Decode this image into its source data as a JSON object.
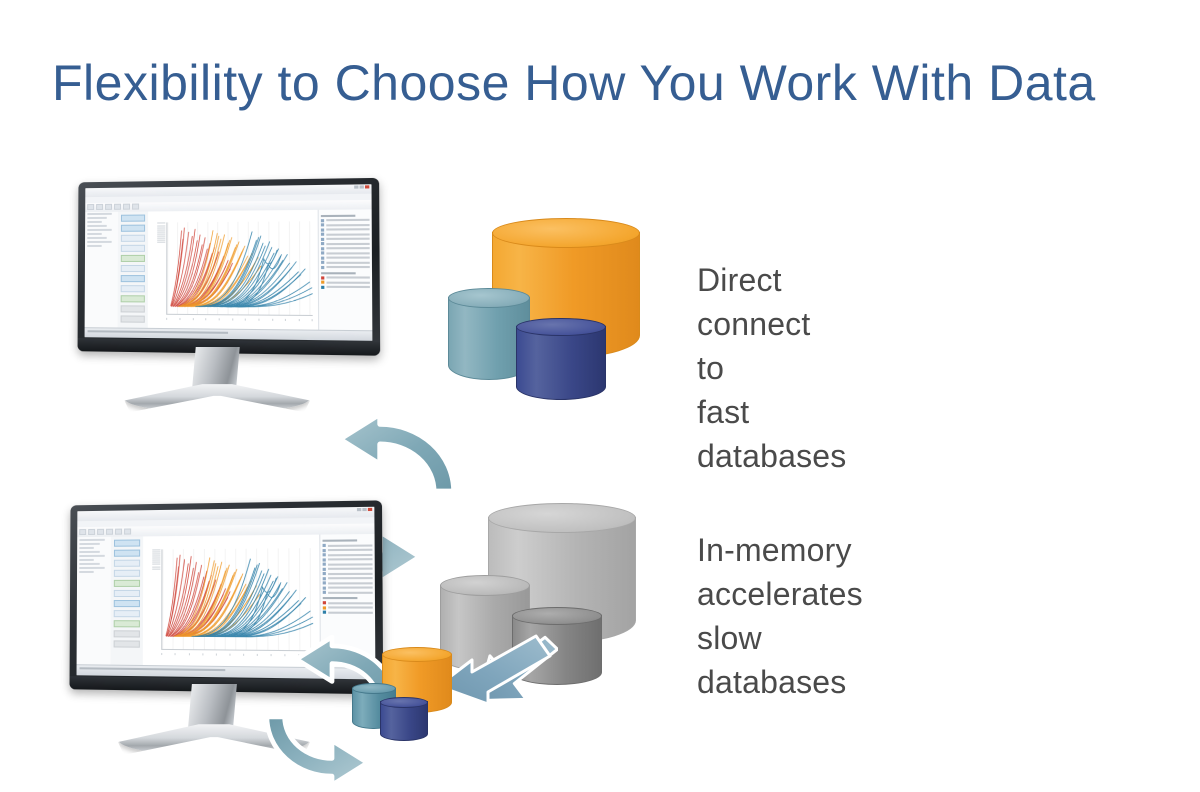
{
  "slide": {
    "title": "Flexibility to Choose How You Work With Data",
    "title_color": "#365e92",
    "background_color": "#ffffff"
  },
  "rows": [
    {
      "id": "direct-connect",
      "caption_line1": "Direct connect to",
      "caption_line2": "fast databases",
      "caption_color": "#4a4a4a",
      "sync_icon": "refresh-sync-icon",
      "sync_color": "#8fb3bf",
      "databases": [
        {
          "name": "large-database-cylinder",
          "label": "fast database large",
          "color": "#f09a26"
        },
        {
          "name": "medium-database-cylinder",
          "label": "fast database medium",
          "color": "#7ca6b4"
        },
        {
          "name": "small-database-cylinder",
          "label": "fast database small",
          "color": "#3c4b92"
        }
      ]
    },
    {
      "id": "in-memory",
      "caption_line1": "In-memory accelerates",
      "caption_line2": "slow databases",
      "caption_color": "#4a4a4a",
      "sync_icon": "refresh-sync-icon",
      "sync_color": "#8fb3bf",
      "load_arrow": {
        "name": "data-load-arrow",
        "color": "#7fa5bc",
        "direction": "left-down"
      },
      "databases": [
        {
          "name": "large-database-cylinder",
          "label": "slow database large",
          "color": "#bcbcbc"
        },
        {
          "name": "medium-database-cylinder",
          "label": "slow database medium",
          "color": "#adadad"
        },
        {
          "name": "small-database-cylinder",
          "label": "slow database small",
          "color": "#8a8a8a"
        }
      ],
      "cache": [
        {
          "name": "cache-cylinder-orange",
          "label": "in-memory cache large",
          "color": "#f09a26"
        },
        {
          "name": "cache-cylinder-teal",
          "label": "in-memory cache medium",
          "color": "#5d93a6"
        },
        {
          "name": "cache-cylinder-navy",
          "label": "in-memory cache small",
          "color": "#3c4b92"
        }
      ]
    }
  ],
  "monitor": {
    "device_name": "desktop-monitor",
    "bezel_color": "#24282c",
    "stand_color": "#c9ced3",
    "app": {
      "app_name": "analytics-dashboard",
      "tab_label": "",
      "chart": {
        "title": "",
        "x_axis_label": "",
        "y_axis_label": ""
      },
      "legend_title": "",
      "legend_items": [
        "",
        "",
        "",
        "",
        "",
        "",
        "",
        "",
        "",
        "",
        "",
        "",
        ""
      ]
    }
  },
  "chart_data": {
    "type": "line",
    "title": "",
    "xlabel": "",
    "ylabel": "",
    "xlim": [
      0,
      100
    ],
    "ylim": [
      0,
      100
    ],
    "grid": true,
    "legend_position": "right",
    "description": "Dense spaghetti plot of many cumulative curves colored red-to-blue by category; red curves rise steeply at the left, orange curves intermediate, blue curves rise later and more shallowly toward the right.",
    "series": [
      {
        "name": "red-group",
        "color": "#cf4338",
        "count": 22,
        "rise_start_x": 2,
        "rise_steepness": "very-steep",
        "peak_y": 95
      },
      {
        "name": "orange-group",
        "color": "#ef9a28",
        "count": 20,
        "rise_start_x": 10,
        "rise_steepness": "steep",
        "peak_y": 88
      },
      {
        "name": "blue-group",
        "color": "#2e7fa8",
        "count": 24,
        "rise_start_x": 26,
        "rise_steepness": "moderate",
        "peak_y": 82
      }
    ]
  }
}
